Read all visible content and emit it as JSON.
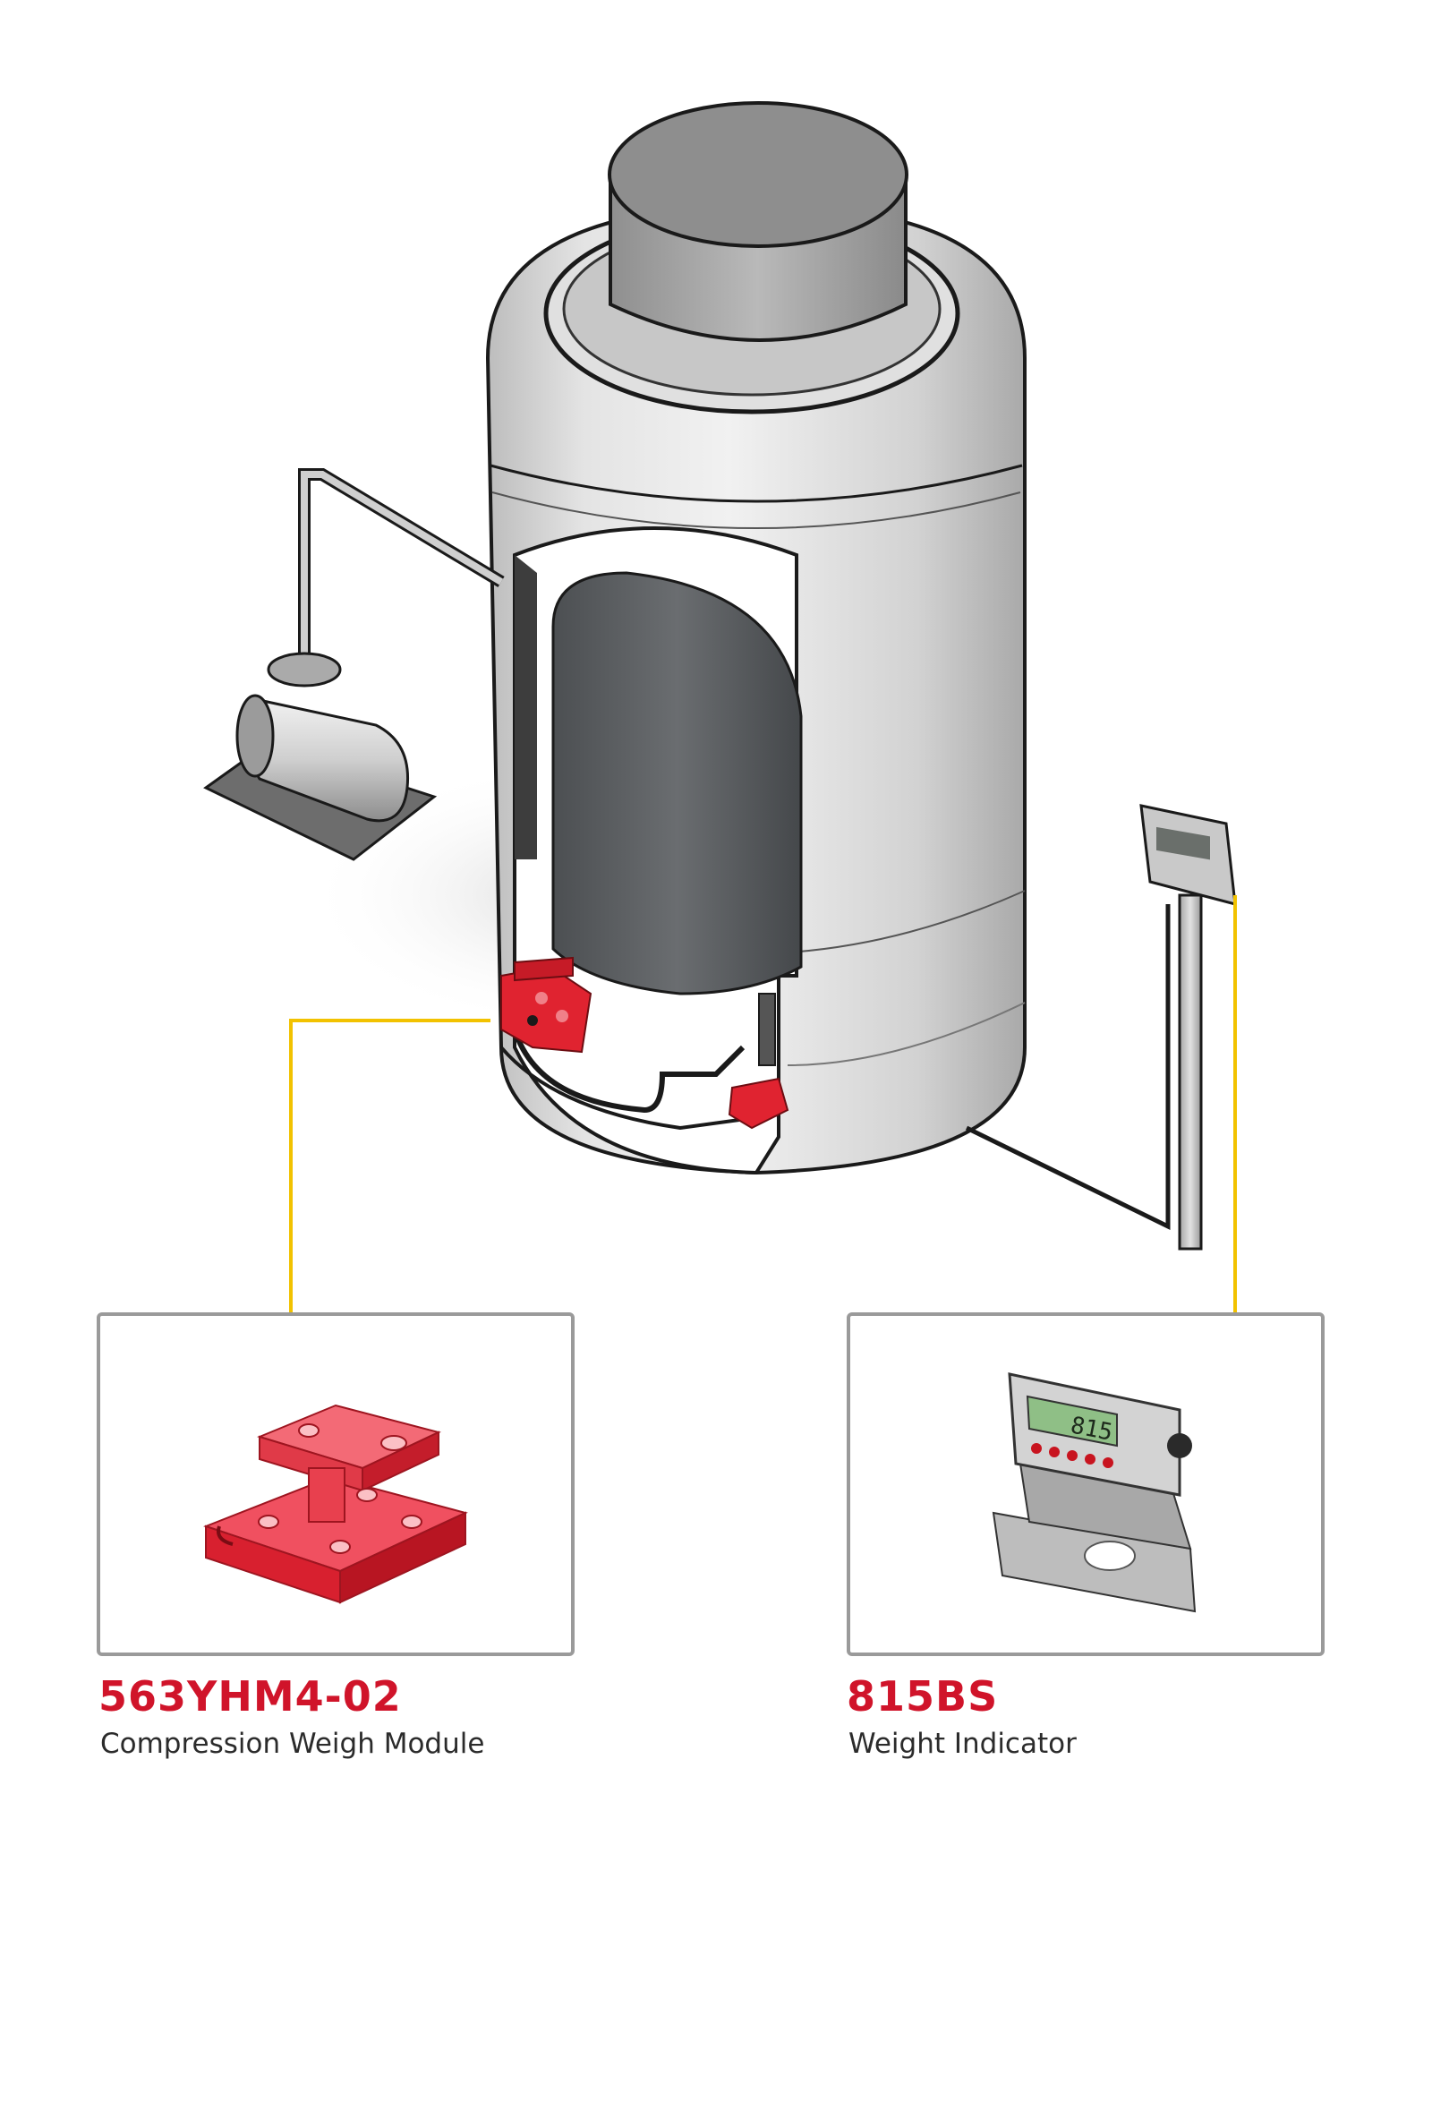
{
  "callouts": [
    {
      "part_number": "563YHM4-02",
      "description": "Compression Weigh Module",
      "icon": "weigh-module-icon"
    },
    {
      "part_number": "815BS",
      "description": "Weight Indicator",
      "icon": "weight-indicator-icon"
    }
  ],
  "indicator_display": "815",
  "colors": {
    "accent_red": "#d0142a",
    "callout_line": "#f2c200",
    "tank_gray": "#d6d6d6",
    "box_border": "#9a9a9a"
  }
}
